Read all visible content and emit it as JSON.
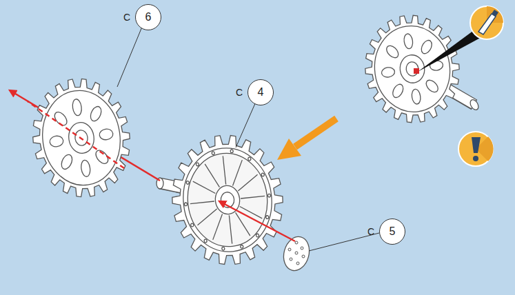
{
  "diagram": {
    "nodes": [
      {
        "text": [
          "C",
          "6"
        ]
      },
      {
        "text": [
          "C",
          "4"
        ]
      },
      {
        "text": [
          "C",
          "5"
        ]
      }
    ]
  }
}
